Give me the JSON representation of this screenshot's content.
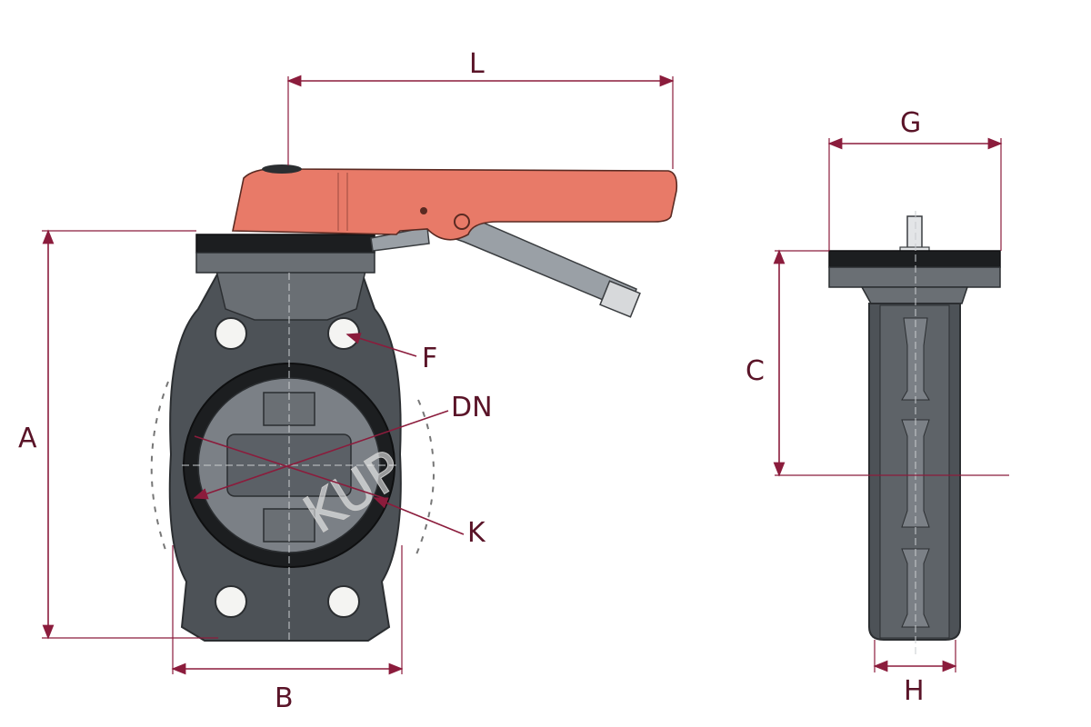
{
  "labels": {
    "L": "L",
    "A": "A",
    "B": "B",
    "F": "F",
    "DN": "DN",
    "K": "K",
    "G": "G",
    "C": "C",
    "H": "H"
  },
  "watermark": "KUP",
  "colors": {
    "dimension": "#8b1c3c",
    "handle": "#e87a68",
    "body": "#4d5257",
    "gasket": "#1c1e20"
  }
}
